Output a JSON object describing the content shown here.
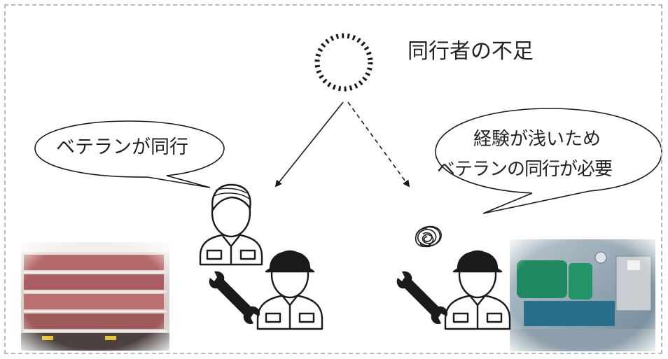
{
  "header": {
    "text": "同行者の不足"
  },
  "left_bubble": {
    "text": "ベテランが同行"
  },
  "right_bubble": {
    "line1": "経験が浅いため",
    "line2": "ベテランの同行が必要"
  },
  "colors": {
    "line": "#1a1a1a",
    "frame": "#b8b8b8",
    "text": "#222222"
  },
  "icons": [
    "dashed-circle-icon",
    "worker-veteran-icon",
    "worker-novice-icon",
    "wrench-icon",
    "confusion-scribble-icon"
  ],
  "photos": [
    "supermarket-meat-showcase-photo",
    "refrigeration-compressor-unit-photo"
  ]
}
